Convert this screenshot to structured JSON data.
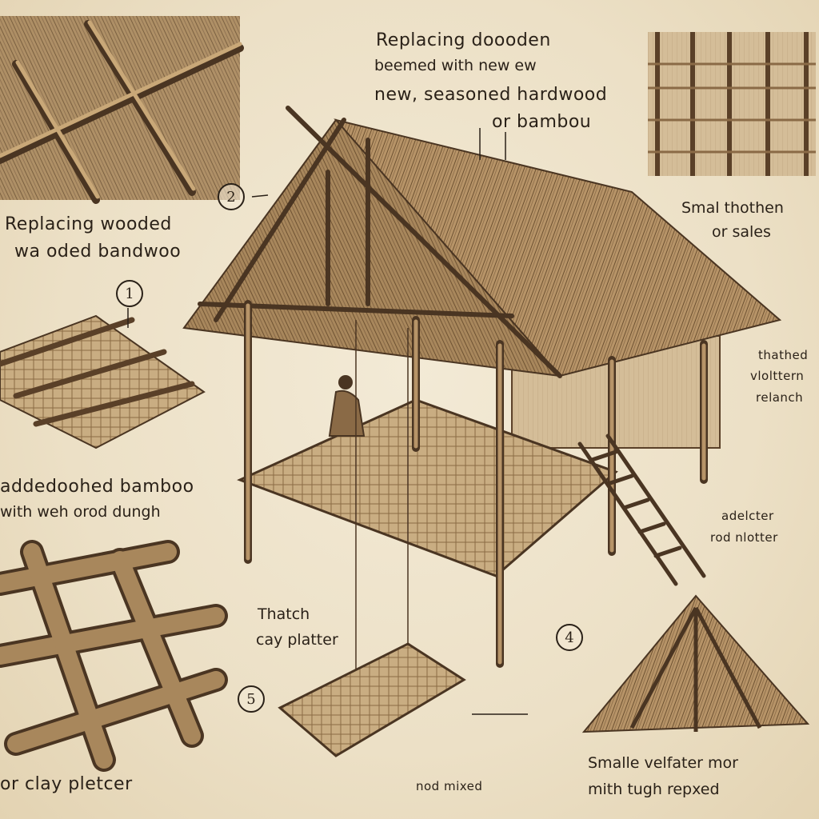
{
  "labels": {
    "top_center_1": "Replacing doooden",
    "top_center_2": "beemed with new ew",
    "top_center_3": "new, seasoned hardwood",
    "top_center_4": "or bambou",
    "left_1": "Replacing wooded",
    "left_2": "wa oded bandwoo",
    "left_3": "addedoohed bamboo",
    "left_4": "with weh orod dungh",
    "left_bottom": "or clay pletcer",
    "right_1": "Smal thothen",
    "right_2": "or sales",
    "right_3": "thathed",
    "right_4": "vlolttern",
    "right_5": "relanch",
    "right_6": "adelcter",
    "right_7": "rod nlotter",
    "center_1": "Thatch",
    "center_2": "cay platter",
    "bottom_center": "nod mixed",
    "bottom_right_1": "Smalle velfater mor",
    "bottom_right_2": "mith tugh repxed"
  },
  "callouts": [
    "1",
    "2",
    "4",
    "5"
  ]
}
